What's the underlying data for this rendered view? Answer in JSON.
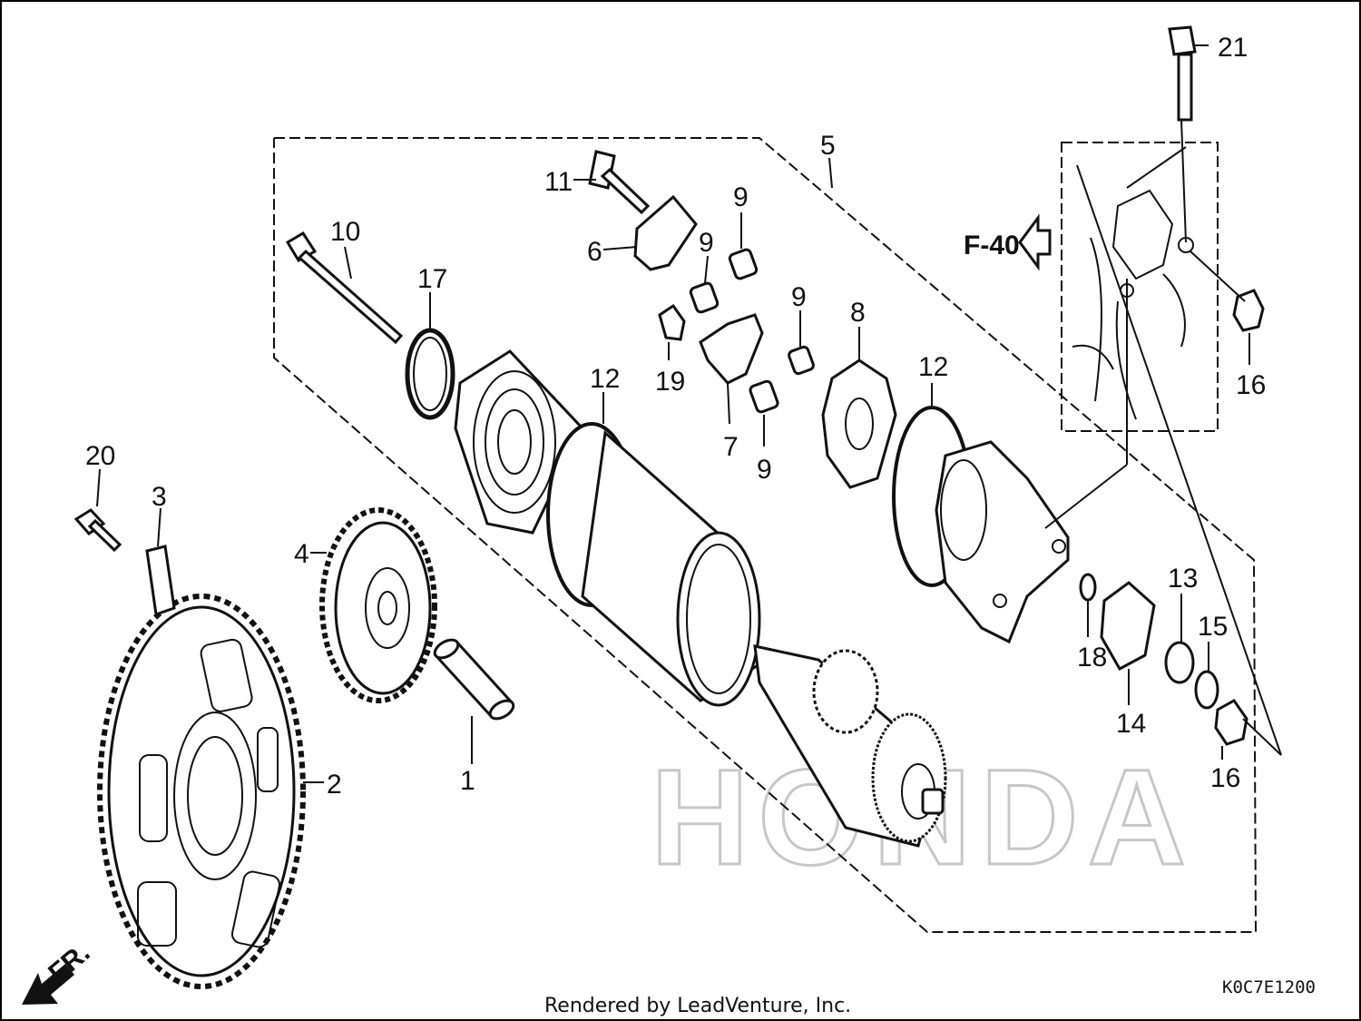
{
  "diagram": {
    "callouts": {
      "c1": "1",
      "c2": "2",
      "c3": "3",
      "c4": "4",
      "c5": "5",
      "c6": "6",
      "c7": "7",
      "c8": "8",
      "c9a": "9",
      "c9b": "9",
      "c9c": "9",
      "c9d": "9",
      "c10": "10",
      "c11": "11",
      "c12a": "12",
      "c12b": "12",
      "c13": "13",
      "c14": "14",
      "c15": "15",
      "c16a": "16",
      "c16b": "16",
      "c17": "17",
      "c18": "18",
      "c19": "19",
      "c20": "20",
      "c21": "21"
    },
    "ref_label": "F-40",
    "front_label": "FR.",
    "watermark": "HONDA",
    "part_code": "K0C7E1200",
    "credit": "Rendered by LeadVenture, Inc."
  }
}
